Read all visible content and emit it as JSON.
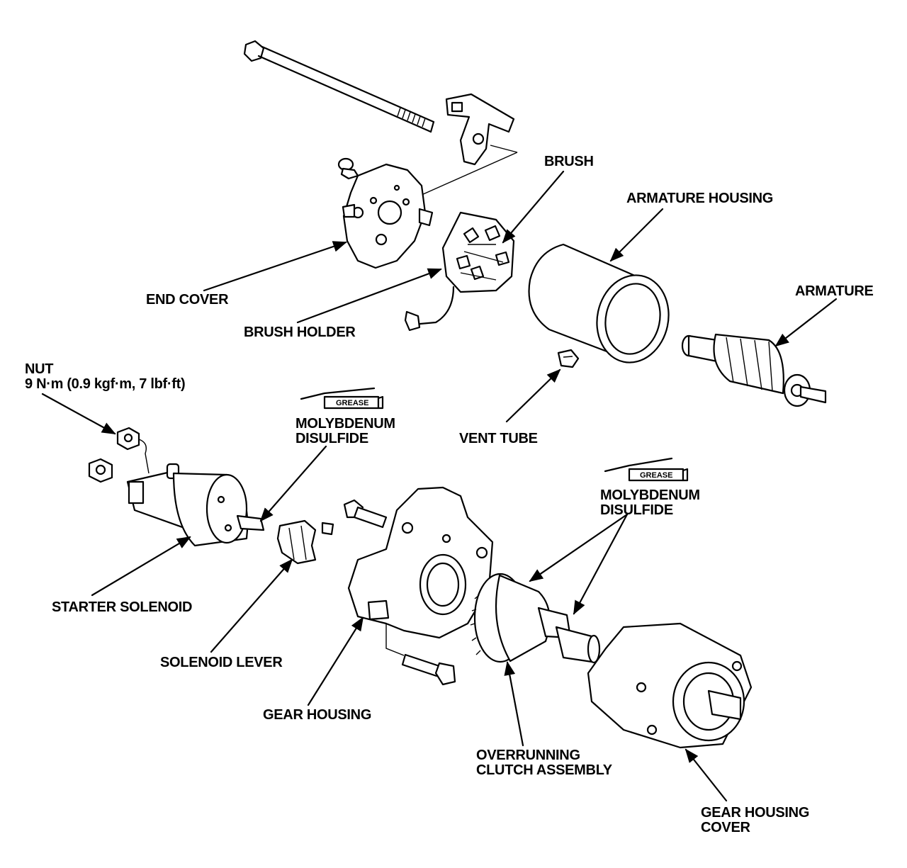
{
  "labels": {
    "brush": "BRUSH",
    "armature_housing": "ARMATURE HOUSING",
    "armature": "ARMATURE",
    "end_cover": "END COVER",
    "brush_holder": "BRUSH HOLDER",
    "nut": "NUT",
    "nut_torque": "9 N·m (0.9 kgf·m, 7 lbf·ft)",
    "moly_1_line1": "MOLYBDENUM",
    "moly_1_line2": "DISULFIDE",
    "vent_tube": "VENT TUBE",
    "moly_2_line1": "MOLYBDENUM",
    "moly_2_line2": "DISULFIDE",
    "starter_solenoid": "STARTER SOLENOID",
    "solenoid_lever": "SOLENOID LEVER",
    "gear_housing": "GEAR HOUSING",
    "clutch_line1": "OVERRUNNING",
    "clutch_line2": "CLUTCH ASSEMBLY",
    "gear_cover_line1": "GEAR HOUSING",
    "gear_cover_line2": "COVER"
  },
  "grease_tag": "GREASE"
}
